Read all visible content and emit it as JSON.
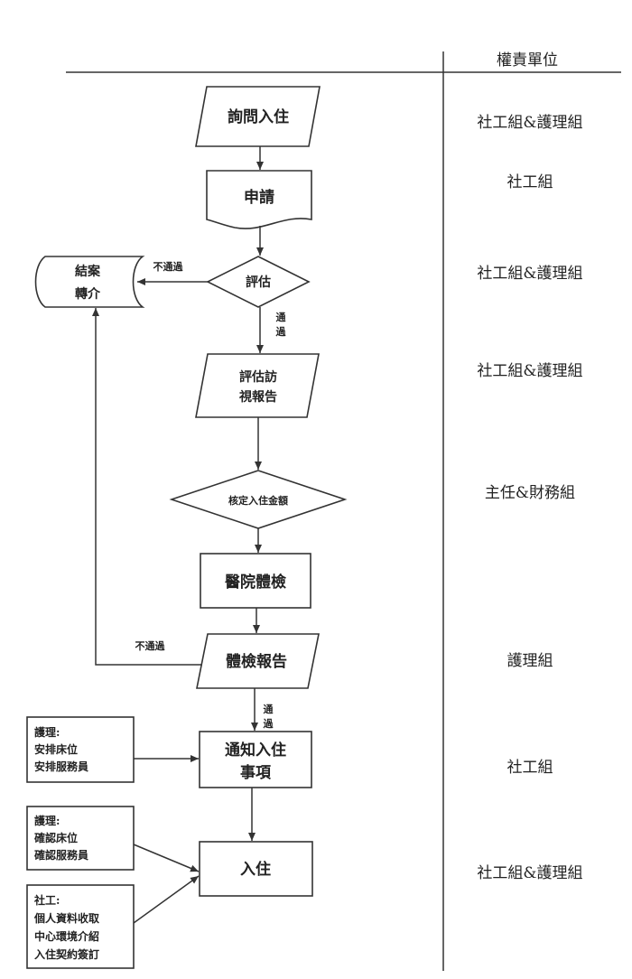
{
  "header": {
    "responsible_unit_title": "權責單位"
  },
  "nodes": {
    "inquiry": "詢問入住",
    "apply": "申請",
    "assess": "評估",
    "close_line1": "結案",
    "close_line2": "轉介",
    "visit_line1": "評估訪",
    "visit_line2": "視報告",
    "fee": "核定入住金額",
    "checkup": "醫院體檢",
    "report": "體檢報告",
    "notify_line1": "通知入住",
    "notify_line2": "事項",
    "checkin": "入住"
  },
  "edge_labels": {
    "fail_1": "不通過",
    "pass_1_a": "通",
    "pass_1_b": "過",
    "fail_2": "不通過",
    "pass_2_a": "通",
    "pass_2_b": "過"
  },
  "notes": {
    "nursing_1": [
      "護理:",
      "安排床位",
      "安排服務員"
    ],
    "nursing_2": [
      "護理:",
      "確認床位",
      "確認服務員"
    ],
    "social": [
      "社工:",
      "個人資料收取",
      "中心環境介紹",
      "入住契約簽訂"
    ]
  },
  "responsible_units": [
    "社工組&護理組",
    "社工組",
    "社工組&護理組",
    "社工組&護理組",
    "主任&財務組",
    "護理組",
    "社工組",
    "社工組&護理組"
  ]
}
